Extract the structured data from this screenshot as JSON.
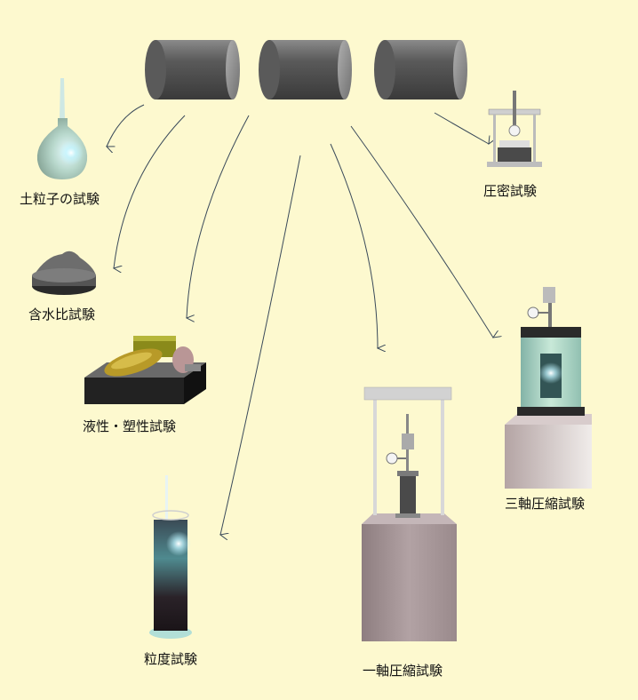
{
  "labels": {
    "particle_test": "土粒子の試験",
    "water_content": "含水比試験",
    "plasticity": "液性・塑性試験",
    "grain_size": "粒度試験",
    "compaction": "圧密試験",
    "unconfined": "一軸圧縮試験",
    "triaxial": "三軸圧縮試験"
  },
  "colors": {
    "background": "#fdf9cf",
    "arrow": "#3a4a5a",
    "specimen": "#6a6a6a",
    "frame": "#c8c8c8",
    "base_pedestal": "#a89a9a"
  }
}
